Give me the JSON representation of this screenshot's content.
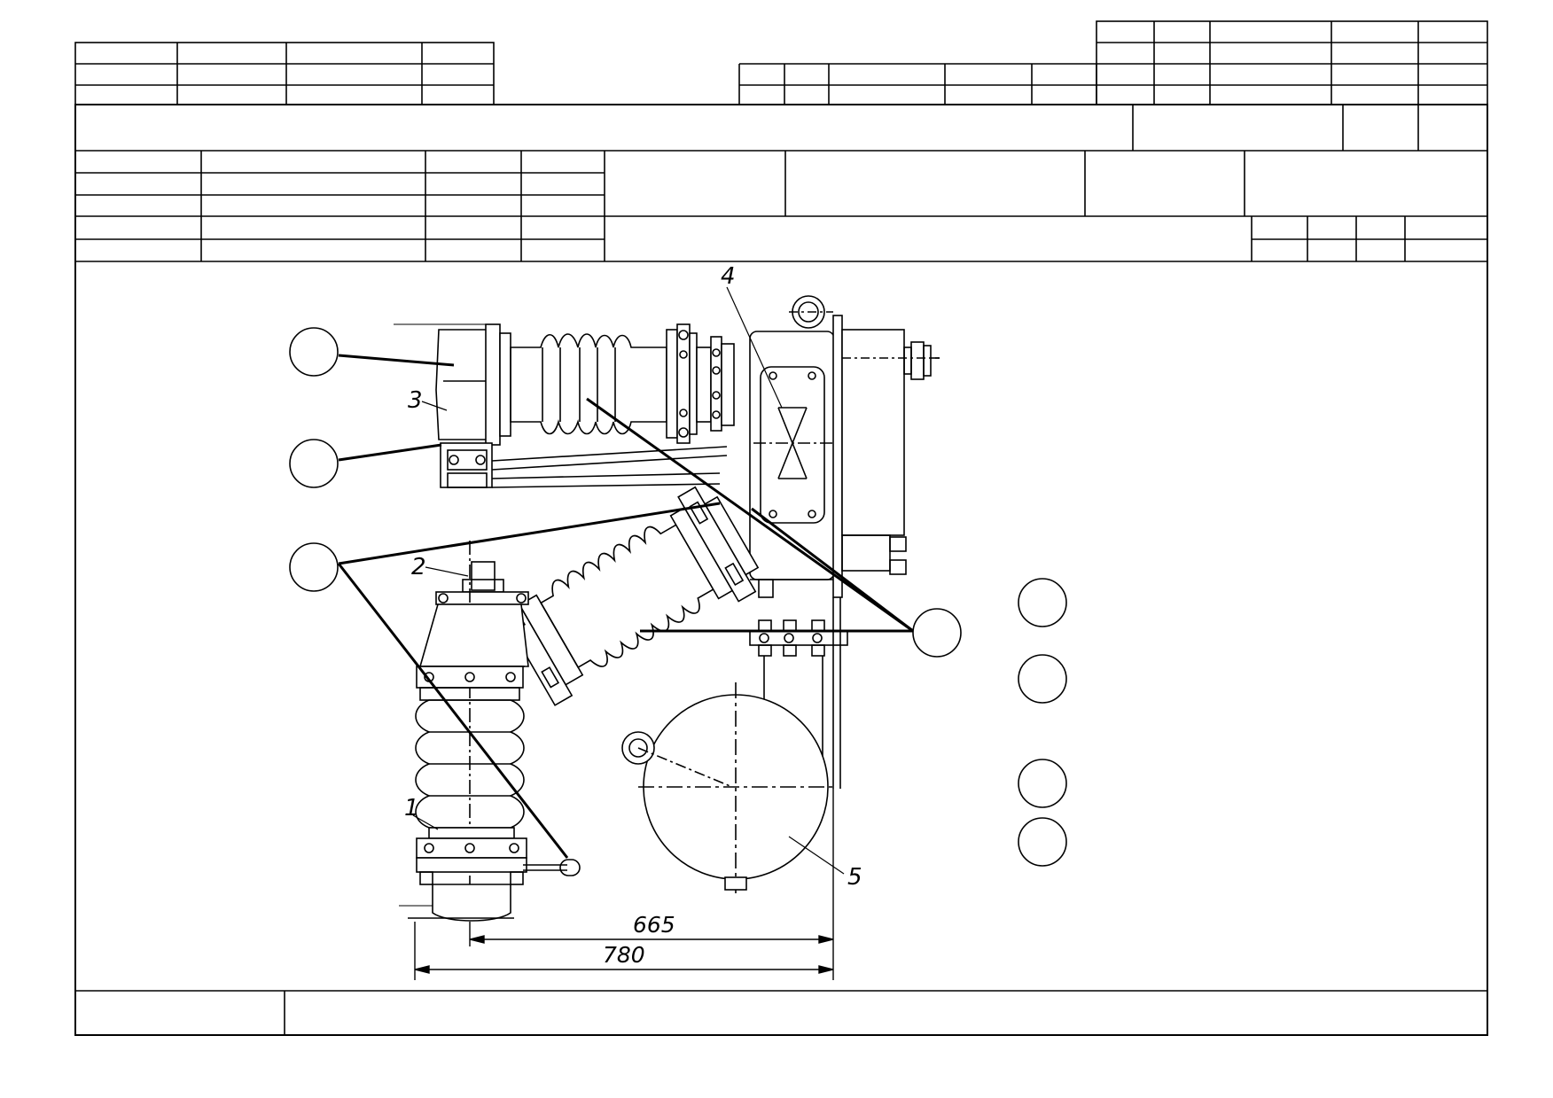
{
  "drawing": {
    "part_labels": [
      "1",
      "2",
      "3",
      "4",
      "5"
    ],
    "dimensions": [
      "665",
      "780"
    ],
    "blank_callout_circles": 8,
    "title_block": "empty"
  }
}
